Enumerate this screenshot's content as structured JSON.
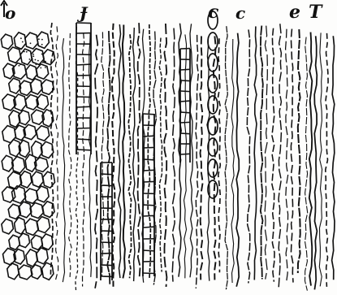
{
  "labels": {
    "a": "o",
    "b": "Ɉ",
    "c": "c",
    "d": "c",
    "e": "e",
    "f": "T"
  },
  "colors": {
    "ink": "#111111",
    "paper": "#fdfdfc"
  },
  "icons": {
    "bottom_marker": "arrow-up-icon"
  }
}
